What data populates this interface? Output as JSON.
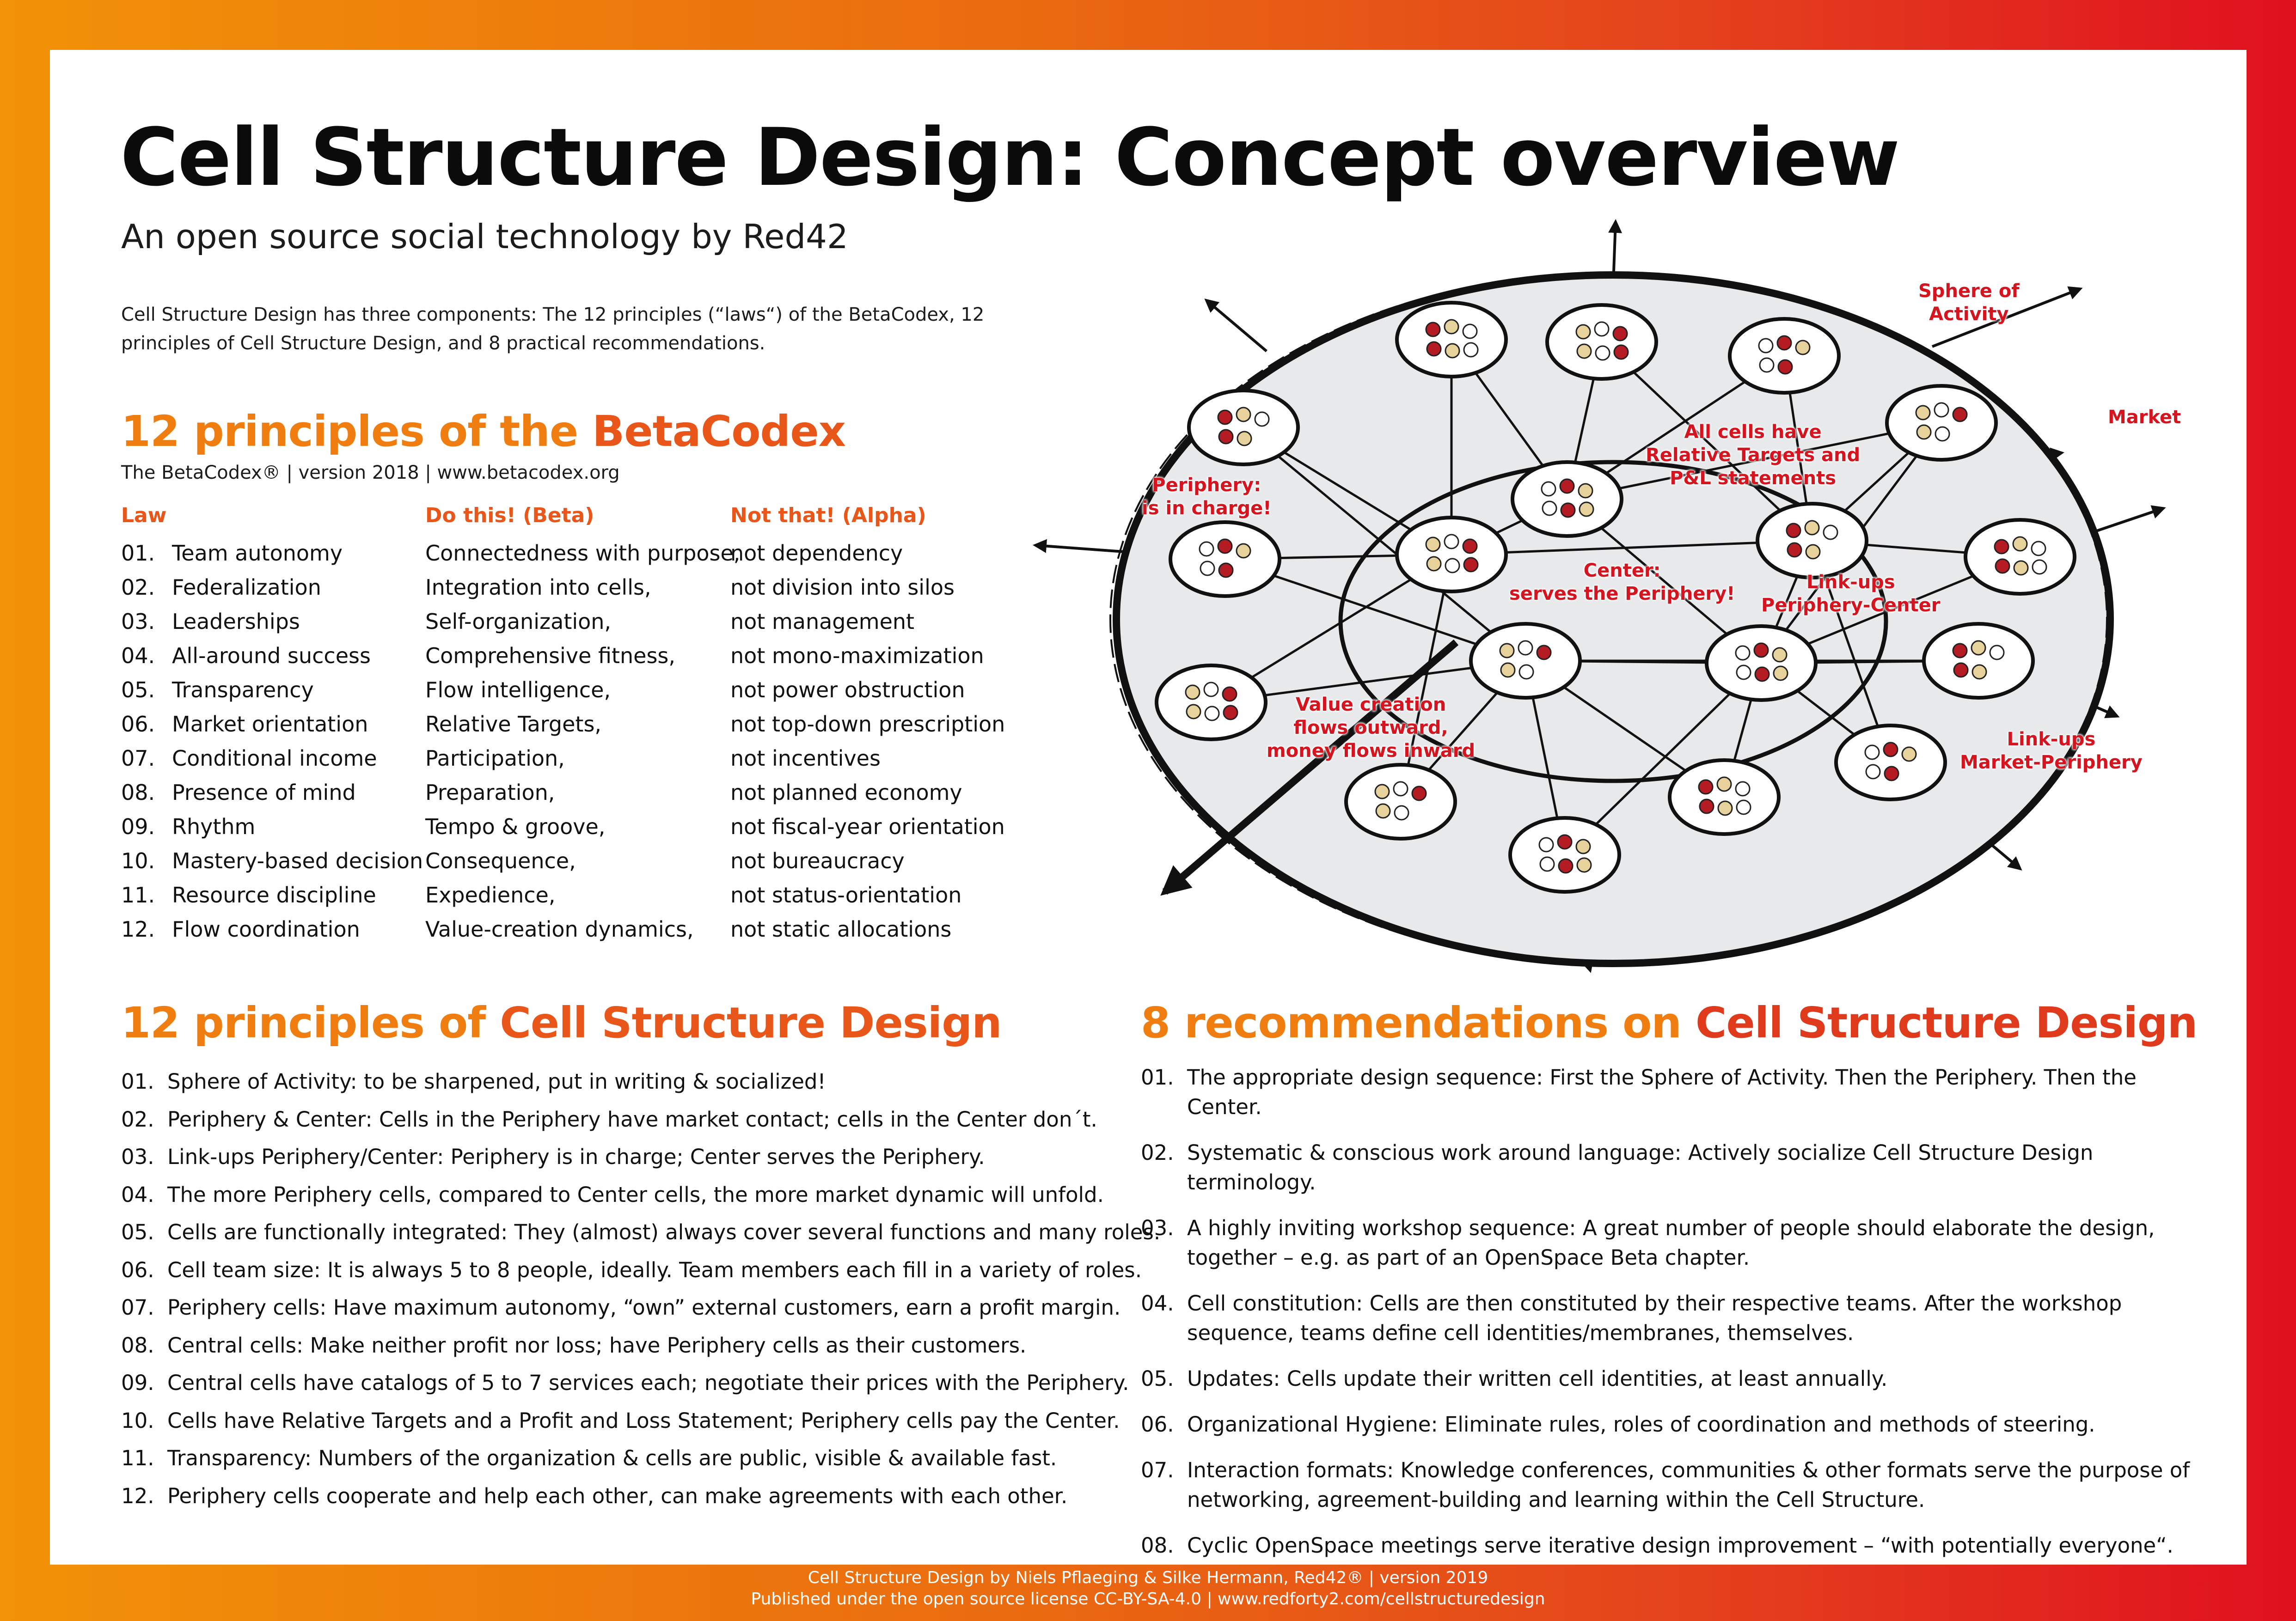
{
  "title": "Cell Structure Design: Concept overview",
  "subtitle": "An open source social technology by Red42",
  "intro": "Cell Structure Design has three components: The 12 principles (“laws“) of the BetaCodex, 12 principles of Cell Structure Design, and 8 practical recommendations.",
  "betacodex": {
    "heading_part1": "12 principles of the ",
    "heading_part2": "BetaCodex",
    "version": "The BetaCodex® | version 2018 | www.betacodex.org",
    "col_law": "Law",
    "col_beta": "Do this! (Beta)",
    "col_alpha": "Not that! (Alpha)",
    "laws": [
      {
        "num": "01.",
        "name": "Team autonomy",
        "beta": "Connectedness with purpose,",
        "alpha": "not dependency"
      },
      {
        "num": "02.",
        "name": "Federalization",
        "beta": "Integration into cells,",
        "alpha": "not division into silos"
      },
      {
        "num": "03.",
        "name": "Leaderships",
        "beta": "Self-organization,",
        "alpha": "not management"
      },
      {
        "num": "04.",
        "name": "All-around success",
        "beta": "Comprehensive fitness,",
        "alpha": "not mono-maximization"
      },
      {
        "num": "05.",
        "name": "Transparency",
        "beta": "Flow intelligence,",
        "alpha": "not power obstruction"
      },
      {
        "num": "06.",
        "name": "Market orientation",
        "beta": "Relative Targets,",
        "alpha": "not top-down prescription"
      },
      {
        "num": "07.",
        "name": "Conditional income",
        "beta": "Participation,",
        "alpha": "not incentives"
      },
      {
        "num": "08.",
        "name": "Presence of mind",
        "beta": "Preparation,",
        "alpha": "not planned economy"
      },
      {
        "num": "09.",
        "name": "Rhythm",
        "beta": "Tempo & groove,",
        "alpha": "not fiscal-year orientation"
      },
      {
        "num": "10.",
        "name": "Mastery-based decision",
        "beta": "Consequence,",
        "alpha": "not bureaucracy"
      },
      {
        "num": "11.",
        "name": "Resource discipline",
        "beta": "Expedience,",
        "alpha": "not status-orientation"
      },
      {
        "num": "12.",
        "name": "Flow coordination",
        "beta": "Value-creation dynamics,",
        "alpha": "not static allocations"
      }
    ]
  },
  "csd_principles": {
    "heading_part1": "12 principles of ",
    "heading_part2": "Cell Structure Design",
    "items": [
      {
        "num": "01.",
        "text": "Sphere of Activity: to be sharpened, put in writing & socialized!"
      },
      {
        "num": "02.",
        "text": "Periphery & Center: Cells in the Periphery have market contact; cells in the Center don´t."
      },
      {
        "num": "03.",
        "text": "Link-ups Periphery/Center: Periphery is in charge; Center serves the Periphery."
      },
      {
        "num": "04.",
        "text": "The more Periphery cells, compared to Center cells, the more market dynamic will unfold."
      },
      {
        "num": "05.",
        "text": "Cells are functionally integrated: They (almost) always cover several functions and many roles."
      },
      {
        "num": "06.",
        "text": "Cell team size: It is always 5 to 8 people, ideally. Team members each fill in a variety of roles."
      },
      {
        "num": "07.",
        "text": "Periphery cells: Have maximum autonomy, “own” external customers, earn a profit margin."
      },
      {
        "num": "08.",
        "text": "Central cells: Make neither profit nor loss; have Periphery cells as their customers."
      },
      {
        "num": "09.",
        "text": "Central cells have catalogs of 5 to 7 services each; negotiate their prices with the Periphery."
      },
      {
        "num": "10.",
        "text": "Cells have Relative Targets and a Profit and Loss Statement; Periphery cells pay the Center."
      },
      {
        "num": "11.",
        "text": "Transparency: Numbers of the organization & cells are public, visible & available fast."
      },
      {
        "num": "12.",
        "text": "Periphery cells cooperate and help each other, can make agreements with each other."
      }
    ]
  },
  "recommendations": {
    "heading_part1": "8 recommendations on ",
    "heading_part2": "Cell Structure Design",
    "items": [
      {
        "num": "01.",
        "text": "The appropriate design sequence: First the Sphere of Activity. Then the Periphery. Then the Center."
      },
      {
        "num": "02.",
        "text": "Systematic & conscious work around language: Actively socialize Cell Structure Design terminology."
      },
      {
        "num": "03.",
        "text": "A highly inviting workshop sequence: A great number of people should elaborate the design, together – e.g. as part of an OpenSpace Beta chapter."
      },
      {
        "num": "04.",
        "text": "Cell constitution: Cells are then constituted by their respective teams. After the workshop sequence, teams define cell identities/membranes, themselves."
      },
      {
        "num": "05.",
        "text": "Updates: Cells update their written cell identities, at least annually."
      },
      {
        "num": "06.",
        "text": "Organizational Hygiene: Eliminate rules, roles of coordination and methods of steering."
      },
      {
        "num": "07.",
        "text": "Interaction formats: Knowledge conferences, communities & other formats serve the purpose of networking, agreement-building and learning within the Cell Structure."
      },
      {
        "num": "08.",
        "text": "Cyclic OpenSpace meetings serve iterative design improvement – “with potentially everyone“."
      }
    ]
  },
  "diagram": {
    "label_sphere": "Sphere of\nActivity",
    "label_market": "Market",
    "label_periphery": "Periphery:\nis in charge!",
    "label_relative": "All cells have\nRelative Targets and\nP&L statements",
    "label_center": "Center:\nserves the Periphery!",
    "label_linkups_pc": "Link-ups\nPeriphery-Center",
    "label_value": "Value creation\nflows outward,\nmoney flows inward",
    "label_linkups_mp": "Link-ups\nMarket-Periphery"
  },
  "footer": {
    "line1": "Cell Structure Design by Niels Pflaeging & Silke Hermann, Red42® | version 2019",
    "line2": "Published under the open source license CC-BY-SA-4.0 | www.redforty2.com/cellstructuredesign"
  },
  "colors": {
    "orange": "#ef7d0f",
    "red": "#e03a1c",
    "label_red": "#d4141e",
    "face_tan": "#e8d29b",
    "face_red": "#b51b22"
  }
}
